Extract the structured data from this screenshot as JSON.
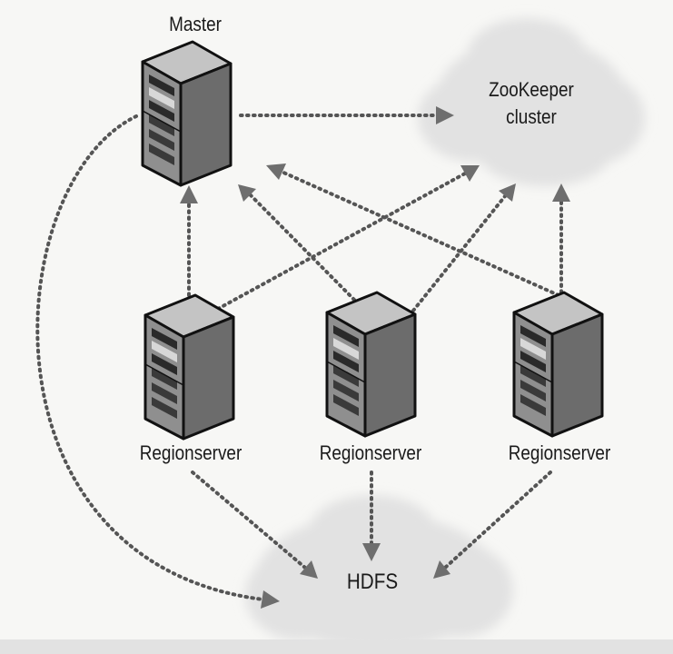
{
  "diagram": {
    "nodes": {
      "master": {
        "label": "Master"
      },
      "zookeeper": {
        "line1": "ZooKeeper",
        "line2": "cluster"
      },
      "regionserver_1": {
        "label": "Regionserver"
      },
      "regionserver_2": {
        "label": "Regionserver"
      },
      "regionserver_3": {
        "label": "Regionserver"
      },
      "hdfs": {
        "label": "HDFS"
      }
    },
    "edges": [
      {
        "from": "master",
        "to": "zookeeper"
      },
      {
        "from": "master",
        "to": "hdfs"
      },
      {
        "from": "regionserver_1",
        "to": "master"
      },
      {
        "from": "regionserver_2",
        "to": "master"
      },
      {
        "from": "regionserver_3",
        "to": "master"
      },
      {
        "from": "regionserver_1",
        "to": "zookeeper"
      },
      {
        "from": "regionserver_2",
        "to": "zookeeper"
      },
      {
        "from": "regionserver_3",
        "to": "zookeeper"
      },
      {
        "from": "regionserver_1",
        "to": "hdfs"
      },
      {
        "from": "regionserver_2",
        "to": "hdfs"
      },
      {
        "from": "regionserver_3",
        "to": "hdfs"
      }
    ],
    "colors": {
      "server_front": "#8d8d8d",
      "server_side": "#6a6a6a",
      "server_top": "#bdbdbd",
      "cloud": "#e3e3e3",
      "line": "#555555"
    }
  }
}
